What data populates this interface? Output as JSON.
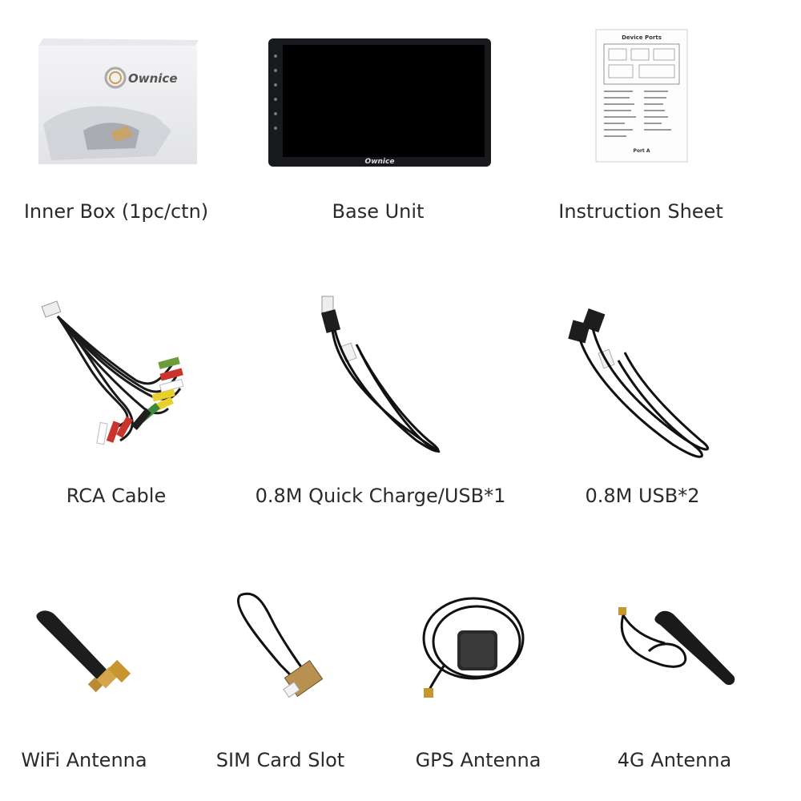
{
  "items": [
    {
      "label": "Inner Box (1pc/ctn)",
      "icon": "product-box-icon",
      "brand": "Ownice"
    },
    {
      "label": "Base Unit",
      "icon": "head-unit-screen-icon",
      "brand": "Ownice"
    },
    {
      "label": "Instruction Sheet",
      "icon": "instruction-sheet-icon",
      "title": "Device Ports",
      "footer": "Port A"
    },
    {
      "label": "RCA Cable",
      "icon": "rca-cable-icon"
    },
    {
      "label": "0.8M Quick Charge/USB*1",
      "icon": "usb-cable-icon"
    },
    {
      "label": "0.8M USB*2",
      "icon": "dual-usb-cable-icon"
    },
    {
      "label": "WiFi Antenna",
      "icon": "wifi-antenna-icon"
    },
    {
      "label": "SIM Card Slot",
      "icon": "sim-card-slot-icon"
    },
    {
      "label": "GPS Antenna",
      "icon": "gps-antenna-icon"
    },
    {
      "label": "4G Antenna",
      "icon": "4g-antenna-icon"
    }
  ]
}
